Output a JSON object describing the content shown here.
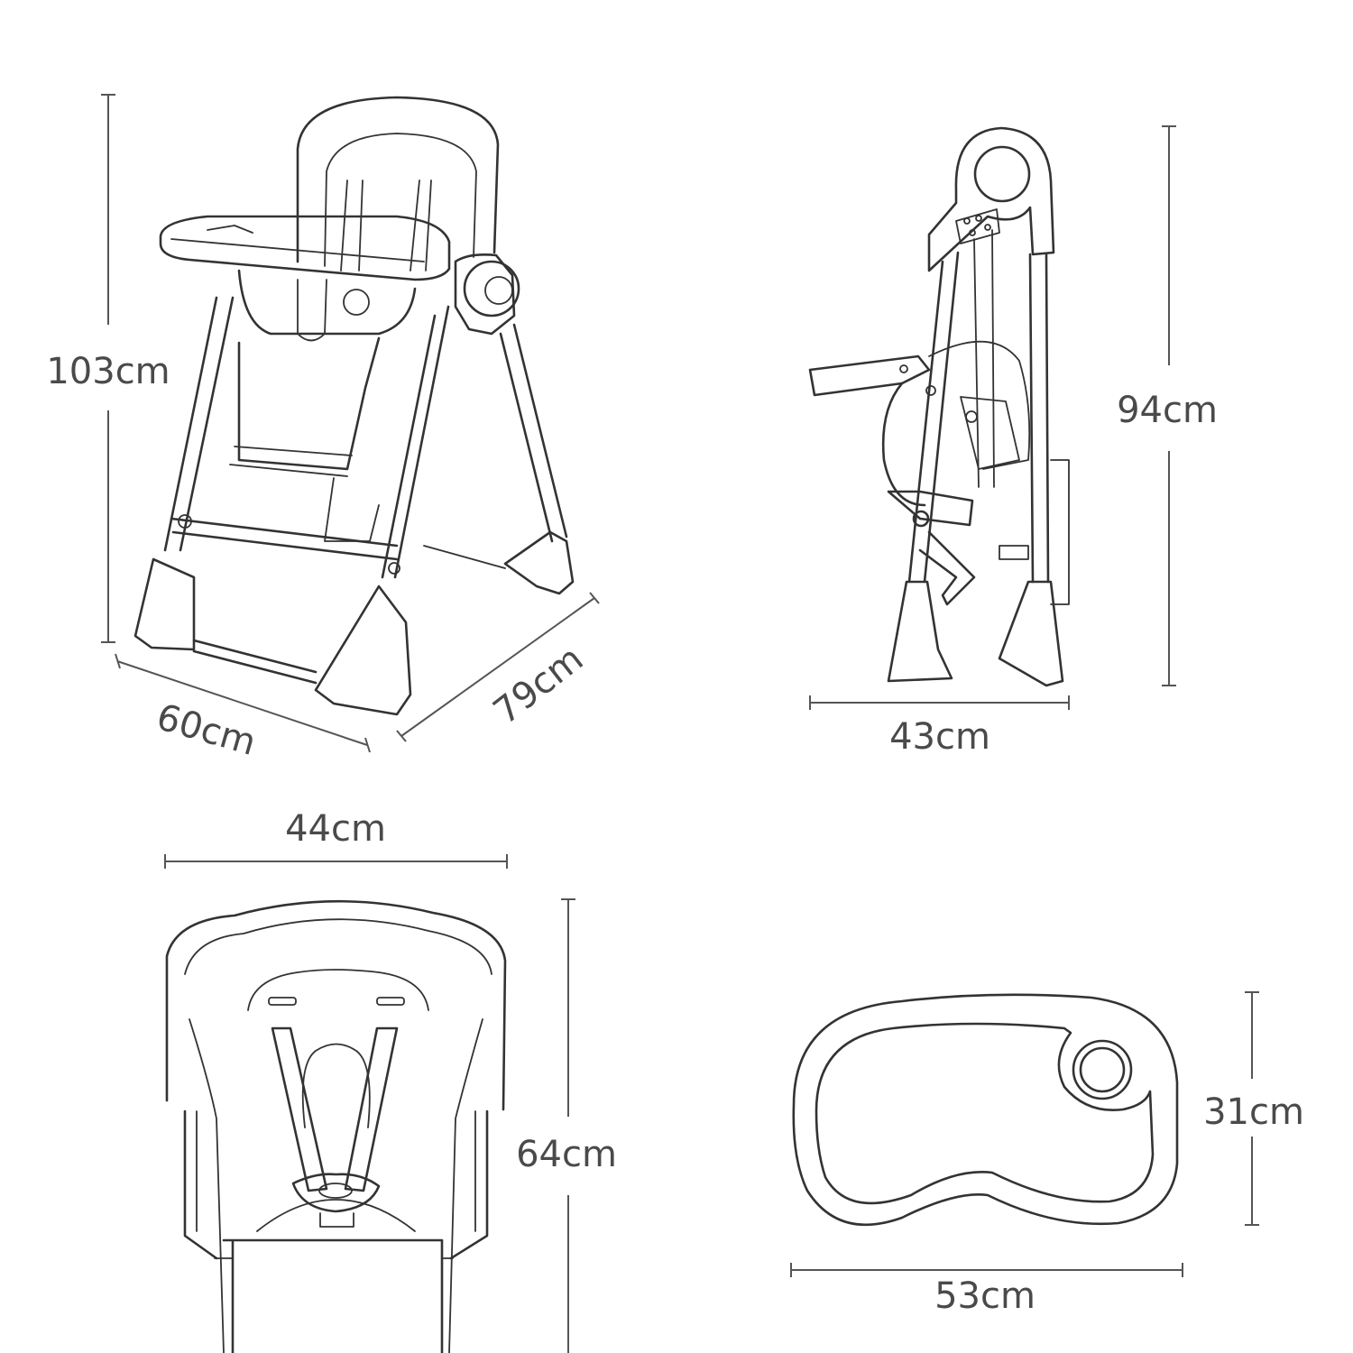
{
  "dimensions": {
    "height_unfolded": "103cm",
    "width_unfolded": "60cm",
    "depth_unfolded": "79cm",
    "height_folded": "94cm",
    "width_folded": "43cm",
    "seat_width": "44cm",
    "seat_height": "64cm",
    "tray_depth": "31cm",
    "tray_width": "53cm"
  },
  "colors": {
    "line": "#333333",
    "label": "#4a4a4a",
    "background": "#ffffff"
  }
}
